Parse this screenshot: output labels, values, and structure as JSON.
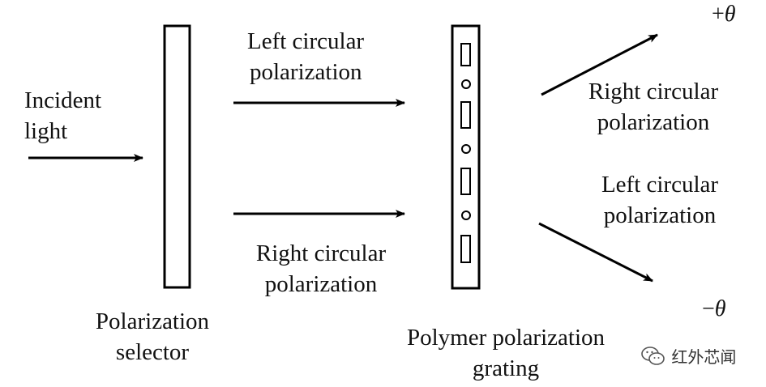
{
  "labels": {
    "incident_line1": "Incident",
    "incident_line2": "light",
    "selector_line1": "Polarization",
    "selector_line2": "selector",
    "top_beam_line1": "Left circular",
    "top_beam_line2": "polarization",
    "bottom_beam_line1": "Right circular",
    "bottom_beam_line2": "polarization",
    "grating_line1": "Polymer polarization",
    "grating_line2": "grating",
    "out_up_line1": "Right circular",
    "out_up_line2": "polarization",
    "out_down_line1": "Left circular",
    "out_down_line2": "polarization",
    "plus_sign": "+",
    "minus_sign": "−",
    "theta_symbol": "θ"
  },
  "watermark": {
    "icon": "wechat-icon",
    "text": "红外芯闻"
  }
}
